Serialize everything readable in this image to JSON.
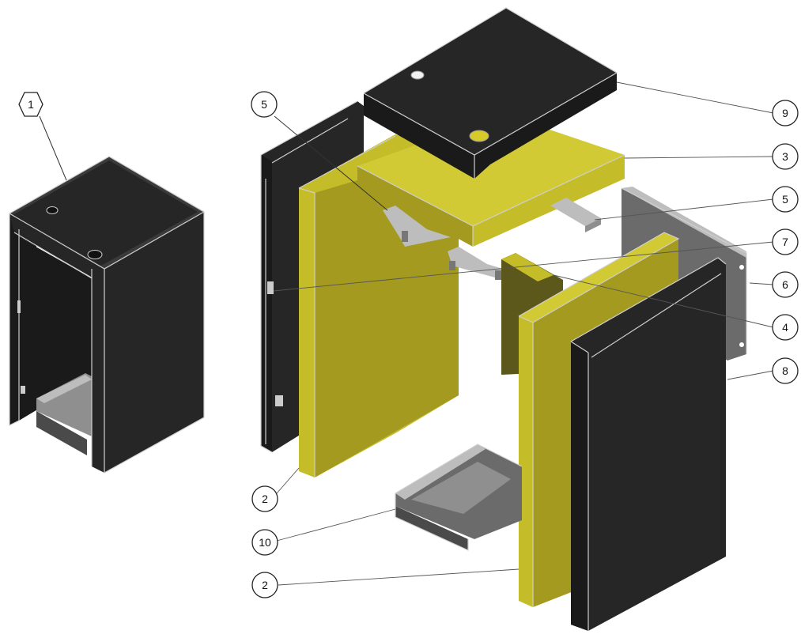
{
  "balloons": {
    "b1": "1",
    "b2a": "2",
    "b2b": "2",
    "b3": "3",
    "b4": "4",
    "b5a": "5",
    "b5b": "5",
    "b6": "6",
    "b7": "7",
    "b8": "8",
    "b9": "9",
    "b10": "10"
  },
  "colors": {
    "enclosure_black": "#262626",
    "insulation_yellow": "#c4bd29",
    "plate_grey": "#6b6b6b",
    "background": "#ffffff"
  }
}
